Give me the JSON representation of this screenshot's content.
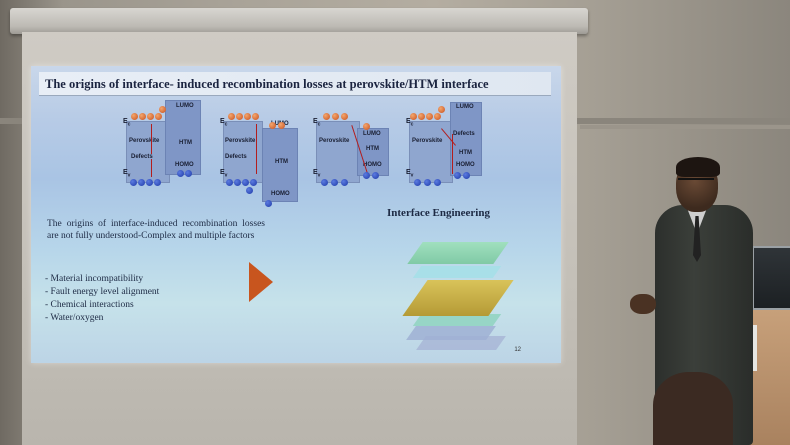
{
  "slide": {
    "title": "The origins of interface- induced recombination losses at perovskite/HTM interface",
    "diagram_labels": {
      "lumo": "LUMO",
      "homo": "HOMO",
      "htm": "HTM",
      "perovskite": "Perovskite",
      "defects": "Defects",
      "ec": "E",
      "ec_sub": "c",
      "ev": "E",
      "ev_sub": "v"
    },
    "body_text": "The origins of interface-induced recombination losses are not fully understood-Complex and multiple factors",
    "bullets": [
      "-   Material incompatibility",
      "-   Fault energy level alignment",
      "-   Chemical interactions",
      "-   Water/oxygen"
    ],
    "section_heading": "Interface Engineering",
    "page_number": "12"
  },
  "colors": {
    "slide_bg": "#b7cbe6",
    "title_text": "#1b2440",
    "arrow": "#c8551e",
    "electron": "#d9642a",
    "hole": "#2742b3",
    "stack_top": "#8ed6b0",
    "stack_middle": "#c9b44a"
  }
}
